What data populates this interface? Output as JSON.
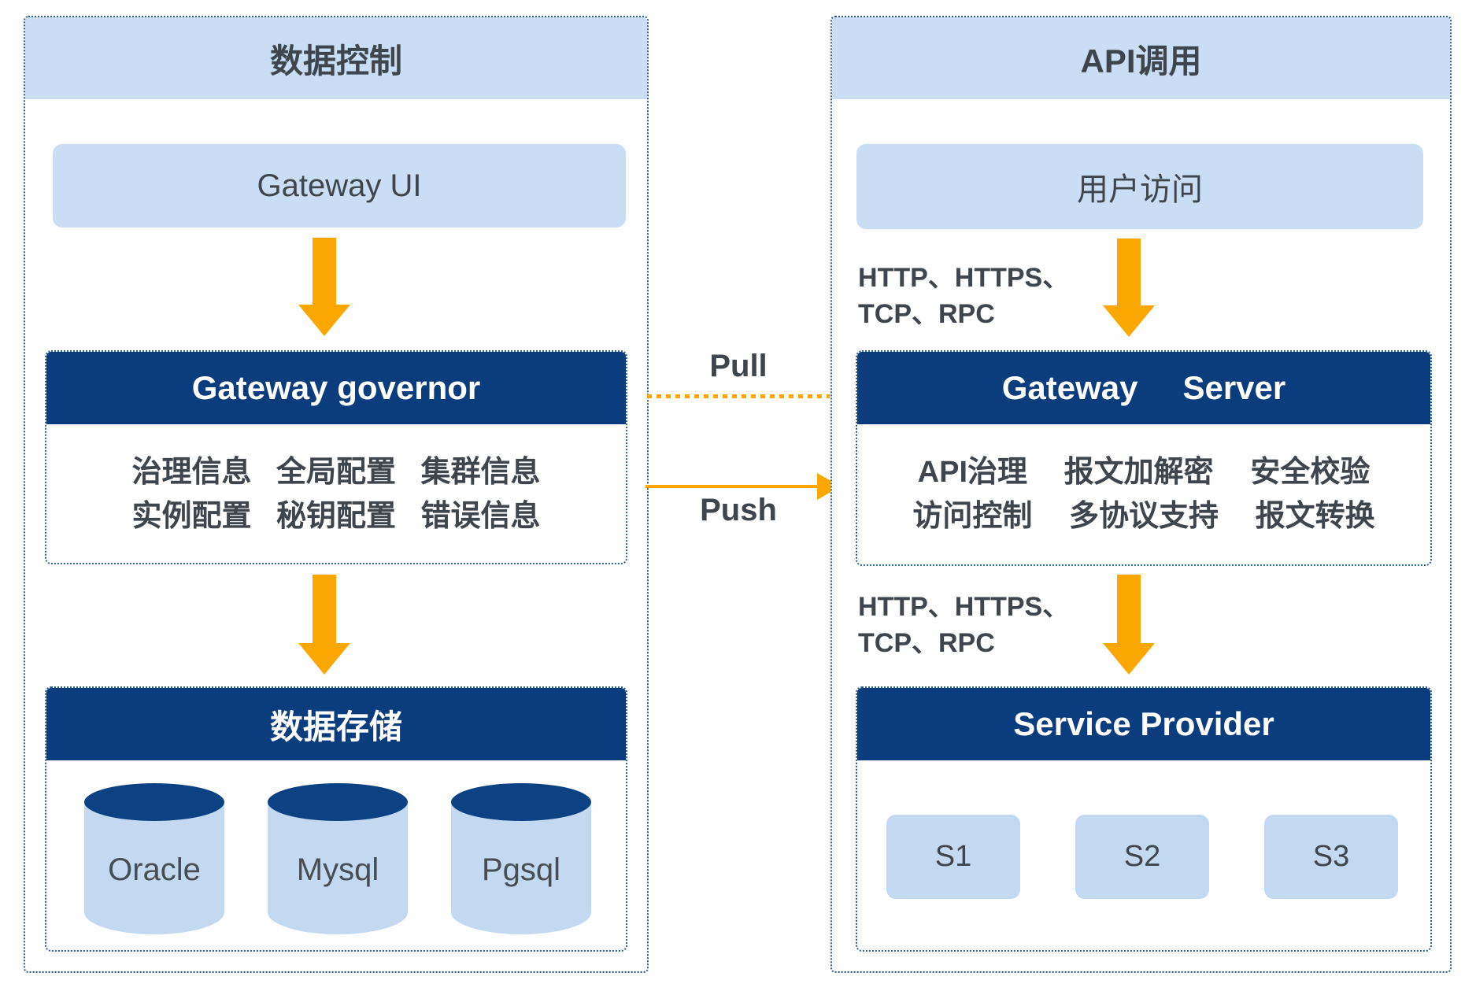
{
  "colors": {
    "navy": "#0a3c7e",
    "light_blue": "#c9def5",
    "light_blue_fill": "#c3d9f1",
    "orange": "#fba700",
    "text_dark": "#3f454c",
    "dotted_border": "#2a5d94"
  },
  "left_panel": {
    "title": "数据控制",
    "gateway_ui_label": "Gateway UI",
    "governor": {
      "title": "Gateway governor",
      "rows": [
        "治理信息 全局配置 集群信息",
        "实例配置 秘钥配置 错误信息"
      ]
    },
    "storage": {
      "title": "数据存储",
      "databases": [
        "Oracle",
        "Mysql",
        "Pgsql"
      ]
    }
  },
  "middle": {
    "pull_label": "Pull",
    "push_label": "Push"
  },
  "right_panel": {
    "title": "API调用",
    "user_access_label": "用户访问",
    "protocol_top": {
      "line1": "HTTP、HTTPS、",
      "line2": "TCP、RPC"
    },
    "gateway_server": {
      "title": "Gateway  Server",
      "rows": [
        "API治理 报文加解密 安全校验",
        "访问控制 多协议支持 报文转换"
      ]
    },
    "protocol_bottom": {
      "line1": "HTTP、HTTPS、",
      "line2": "TCP、RPC"
    },
    "service_provider": {
      "title": "Service Provider",
      "services": [
        "S1",
        "S2",
        "S3"
      ]
    }
  }
}
